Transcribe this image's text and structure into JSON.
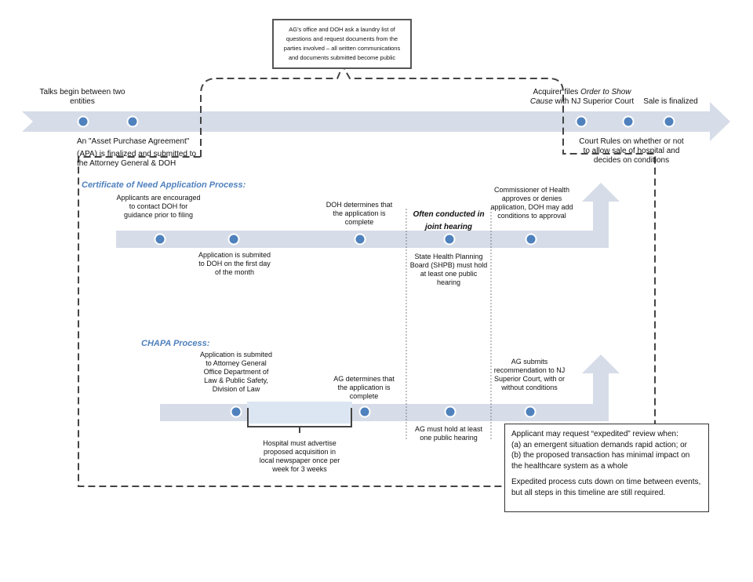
{
  "colors": {
    "arrow": "#d6dce8",
    "dot_fill": "#4f81bd",
    "dot_stroke": "#ffffff",
    "header": "#4f81bd",
    "advertise_box": "#dce6f2"
  },
  "top": {
    "talks_begin": "Talks begin between two entities",
    "apa_line1": "An \"Asset Purchase Agreement\"",
    "apa_line2": "(APA) is finalized and submitted to the Attorney General & DOH",
    "ag_doh_box": "AG's office and DOH ask a laundry list of questions and request documents from the parties involved – all written communications and documents submitted become public",
    "acquirer_plain1": "Acquirer files",
    "acquirer_italic1": "Order to Show",
    "acquirer_italic2": "Cause",
    "acquirer_plain2": "with NJ Superior Court",
    "sale_finalized": "Sale is finalized",
    "court_rules": "Court Rules on whether or not to allow sale of hospital and decides on conditions"
  },
  "con": {
    "header": "Certificate of Need Application Process:",
    "applicants": "Applicants are encouraged to contact DOH for guidance prior to filing",
    "submitted": "Application is submited to DOH on the first day of the month",
    "doh_complete": "DOH determines that the application is complete",
    "joint_line1": "Often conducted in",
    "joint_line2": "joint hearing",
    "shpb": "State Health Planning Board (SHPB) must hold at least one public hearing",
    "commissioner": "Commissioner of Health approves or denies application, DOH may add conditions to approval"
  },
  "chapa": {
    "header": "CHAPA Process:",
    "submitted": "Application is submited to Attorney General Office Department of Law & Public Safety, Division of Law",
    "ag_complete": "AG determines that the application is complete",
    "ag_submits": "AG submits recommendation to NJ Superior Court, with or without conditions",
    "advertise": "Hospital must advertise proposed acquisition in local newspaper once per week for 3 weeks",
    "hearing": "AG must hold at least one public hearing"
  },
  "note": {
    "intro": "Applicant may request “expedited” review when:",
    "a": "(a) an emergent situation demands rapid action; or",
    "b": "(b) the proposed transaction has minimal impact on the healthcare system as a whole",
    "footer": "Expedited process cuts down on time between events, but all steps in this timeline are still required."
  }
}
